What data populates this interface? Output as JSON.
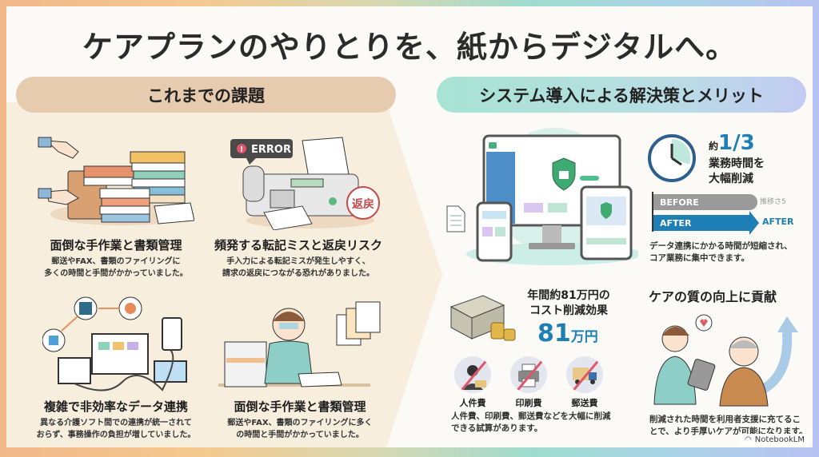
{
  "title": "ケアプランのやりとりを、紙からデジタルへ。",
  "left_section": {
    "header": "これまでの課題",
    "cards": [
      {
        "heading": "面倒な手作業と書類管理",
        "desc": [
          "郵送やFAX、書類のファイリングに",
          "多くの時間と手間がかかっていました。"
        ],
        "icon": "paper-stack-icon"
      },
      {
        "heading": "頻発する転記ミスと返戻リスク",
        "desc": [
          "手入力による転記ミスが発生しやすく、",
          "請求の返戻につながる恐れがありました。"
        ],
        "icon": "fax-error-icon",
        "error_label": "ERROR",
        "stamp_label": "返戻"
      },
      {
        "heading": "複雑で非効率なデータ連携",
        "desc": [
          "異なる介護ソフト間での連携が統一されて",
          "おらず、事務操作の負担が増していました。"
        ],
        "icon": "tangled-devices-icon"
      },
      {
        "heading": "面倒な手作業と書類管理",
        "desc": [
          "郵送やFAX、書類のファイリングに多く",
          "の時間と手間がかかっていました。"
        ],
        "icon": "stressed-worker-icon"
      }
    ]
  },
  "right_section": {
    "header": "システム導入による解決策とメリット",
    "time_saving": {
      "prefix": "約",
      "value": "1/3",
      "line1": "業務時間を",
      "line2": "大幅削減",
      "before_label": "BEFORE",
      "before_note": "推移さ5",
      "after_label": "AFTER",
      "after_note": "AFTER",
      "desc": [
        "データ連携にかかる時間が短縮され、",
        "コア業務に集中できます。"
      ]
    },
    "cost": {
      "line1": "年間約81万円の",
      "line2": "コスト削減効果",
      "amount": "81",
      "unit": "万円",
      "items": [
        {
          "label": "人件費",
          "icon": "personnel-cost-icon"
        },
        {
          "label": "印刷費",
          "icon": "printer-icon"
        },
        {
          "label": "郵送費",
          "icon": "delivery-truck-icon"
        }
      ],
      "desc": [
        "人件費、印刷費、郵送費などを大幅に削減",
        "できる試算があります。"
      ]
    },
    "quality": {
      "heading": "ケアの質の向上に貢献",
      "desc": [
        "削減された時間を利用者支援に充てるこ",
        "とで、より手厚いケアが可能になります。"
      ]
    }
  },
  "colors": {
    "accent_blue": "#1d7fb5",
    "before_gray": "#9a9a9a",
    "left_bg": "#f7eedd",
    "left_pill": "#e7cbae",
    "slash_red": "#e0556a"
  },
  "badge": "NotebookLM"
}
